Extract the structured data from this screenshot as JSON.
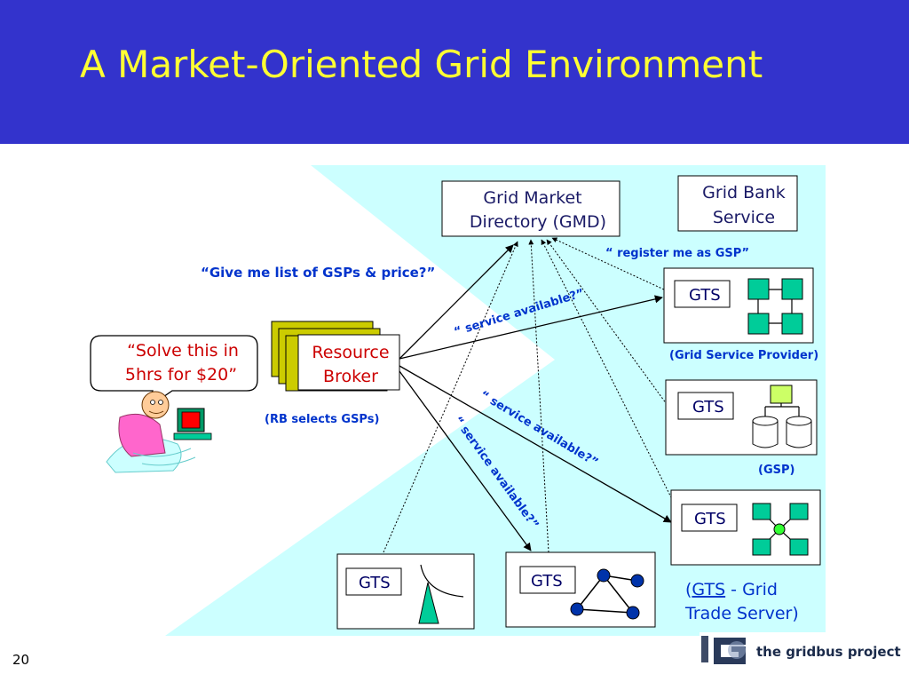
{
  "slide": {
    "title": "A Market-Oriented Grid Environment",
    "number": "20"
  },
  "nodes": {
    "gmd": [
      "Grid Market",
      "Directory (GMD)"
    ],
    "bank": [
      "Grid Bank",
      "Service"
    ],
    "broker": [
      "Resource",
      "Broker"
    ],
    "gts_label": "GTS"
  },
  "labels": {
    "user_quote": [
      "“Solve this in",
      "5hrs for $20”"
    ],
    "rb_selects": "(RB selects GSPs)",
    "give_list": "“Give me list of GSPs & price?”",
    "register": "“ register me as GSP”",
    "service_available_1": "“ service available?”",
    "service_available_2": "“ service available?”",
    "service_available_3": "“ service available?”",
    "grid_service_provider": "(Grid Service Provider)",
    "gsp": "(GSP)",
    "gts_legend_prefix": "(",
    "gts_legend_term": "GTS",
    "gts_legend_line1_rest": " - Grid",
    "gts_legend_line2": "Trade Server)",
    "logo_text": "the gridbus project"
  },
  "colors": {
    "header_bg": "#3333cc",
    "title": "#ffff33",
    "cyan_bg": "#ccffff",
    "label_blue": "#0033cc",
    "node_green": "#00cc99",
    "broker_yellow": "#cccc00"
  }
}
